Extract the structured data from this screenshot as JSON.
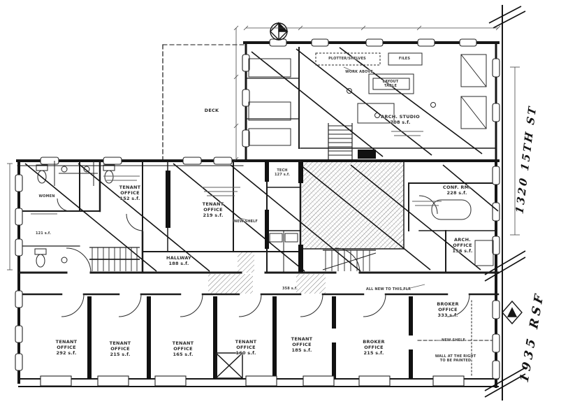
{
  "meta": {
    "drawing_type": "architectural floor plan (scanned)",
    "ink_color": "#1b1b1b",
    "paper_color": "#ffffff"
  },
  "annotations": {
    "street": "1320 15TH ST",
    "rsf": "1935 RSF"
  },
  "labels": {
    "arch_studio": [
      "ARCH. STUDIO",
      "708 s.f."
    ],
    "deck": [
      "DECK"
    ],
    "women": [
      "WOMEN"
    ],
    "room_121": [
      "121 s.f."
    ],
    "tenant_152": [
      "TENANT",
      "OFFICE",
      "152 s.f."
    ],
    "tenant_219": [
      "TENANT",
      "OFFICE",
      "219 s.f."
    ],
    "tech": [
      "TECH",
      "127 s.f."
    ],
    "conf_rm": [
      "CONF. RM.",
      "228 s.f."
    ],
    "arch_office": [
      "ARCH.",
      "OFFICE",
      "156 s.f."
    ],
    "hallway": [
      "HALLWAY",
      "188 s.f."
    ],
    "corridor": [
      "358 s.f."
    ],
    "tenant_292": [
      "TENANT",
      "OFFICE",
      "292 s.f."
    ],
    "tenant_215": [
      "TENANT",
      "OFFICE",
      "215 s.f."
    ],
    "tenant_165": [
      "TENANT",
      "OFFICE",
      "165 s.f."
    ],
    "tenant_160": [
      "TENANT",
      "OFFICE",
      "160 s.f."
    ],
    "tenant_185": [
      "TENANT",
      "OFFICE",
      "185 s.f."
    ],
    "broker_215": [
      "BROKER",
      "OFFICE",
      "215 s.f."
    ],
    "broker_333": [
      "BROKER",
      "OFFICE",
      "333 s.f."
    ],
    "plotter_shelves": [
      "PLOTTER/SHELVES"
    ],
    "files": [
      "FILES"
    ],
    "layout_table": [
      "LAYOUT",
      "TABLE"
    ],
    "work_above": [
      "WORK ABOVE"
    ],
    "new_shelf_mid": [
      "NEW SHELF"
    ],
    "new_shelf_right": [
      "NEW SHELF"
    ],
    "all_new_note": [
      "ALL NEW TO THIS FLR"
    ],
    "paint_note": [
      "WALL AT THE RIGHT",
      "TO BE PAINTED"
    ]
  },
  "symbols": {
    "north_arrow": "north-arrow-circle",
    "keynote": "keynote-diamond",
    "break_marks": "match-line-breaks"
  }
}
